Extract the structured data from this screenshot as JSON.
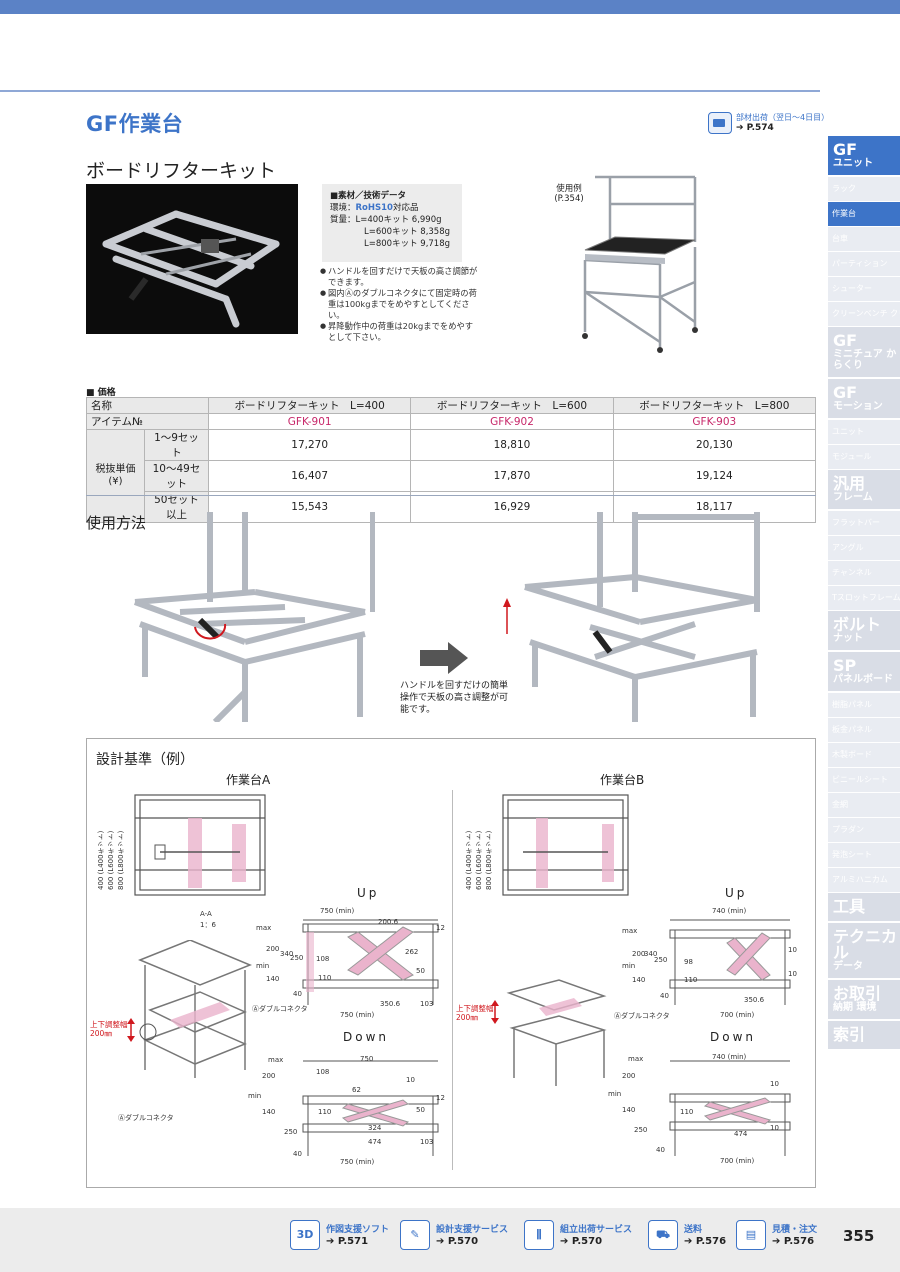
{
  "header": {
    "title": "GF作業台",
    "ship_text": "部材出荷（翌日〜4日目）",
    "ship_ref": "➔ P.574"
  },
  "sidebar": [
    {
      "big": "GF",
      "small": "ユニット",
      "type": "head",
      "active": true
    },
    {
      "label": "ラック",
      "type": "item"
    },
    {
      "label": "作業台",
      "type": "item",
      "selected": true
    },
    {
      "label": "台車",
      "type": "item"
    },
    {
      "label": "パーティション",
      "type": "item"
    },
    {
      "label": "シューター",
      "type": "item"
    },
    {
      "label": "クリーンベンチ クリーンブース",
      "type": "item"
    },
    {
      "big": "GF",
      "small": "ミニチュア からくり",
      "type": "head"
    },
    {
      "big": "GF",
      "small": "モーション",
      "type": "head"
    },
    {
      "label": "ユニット",
      "type": "item"
    },
    {
      "label": "モジュール",
      "type": "item"
    },
    {
      "big": "汎用",
      "small": "フレーム",
      "type": "head"
    },
    {
      "label": "フラットバー",
      "type": "item"
    },
    {
      "label": "アングル",
      "type": "item"
    },
    {
      "label": "チャンネル",
      "type": "item"
    },
    {
      "label": "Tスロットフレーム",
      "type": "item"
    },
    {
      "big": "ボルト",
      "small": "ナット",
      "type": "head"
    },
    {
      "big": "SP",
      "small": "パネルボード",
      "type": "head"
    },
    {
      "label": "樹脂パネル",
      "type": "item"
    },
    {
      "label": "板金パネル",
      "type": "item"
    },
    {
      "label": "木製ボード",
      "type": "item"
    },
    {
      "label": "ビニールシート",
      "type": "item"
    },
    {
      "label": "金網",
      "type": "item"
    },
    {
      "label": "プラダン",
      "type": "item"
    },
    {
      "label": "発泡シート",
      "type": "item"
    },
    {
      "label": "アルミハニカム",
      "type": "item"
    },
    {
      "big": "工具",
      "small": "",
      "type": "head"
    },
    {
      "big": "テクニカル",
      "small": "データ",
      "type": "head"
    },
    {
      "big": "お取引",
      "small": "納期 環境",
      "type": "head"
    },
    {
      "big": "索引",
      "small": "",
      "type": "head"
    }
  ],
  "section_title": "ボードリフターキット",
  "spec": {
    "heading": "■素材／技術データ",
    "env_label": "環境：",
    "env_rohs": "RoHS10",
    "env_suffix": "対応品",
    "mass_label": "質量：L=400キット 6,990g",
    "mass_2": "L=600キット 8,358g",
    "mass_3": "L=800キット 9,718g"
  },
  "notes": [
    "ハンドルを回すだけで天板の高さ調節ができます。",
    "図内Ⓐのダブルコネクタにて固定時の荷重は100kgまでをめやすとしてください。",
    "昇降動作中の荷重は20kgまでをめやすとして下さい。"
  ],
  "usage_example": {
    "label": "使用例",
    "ref": "(P.354)"
  },
  "price": {
    "label": "■ 価格",
    "name_label": "名称",
    "item_label": "アイテム№",
    "unit_price_label": "税抜単価 (¥)",
    "columns": [
      "ボードリフターキット　L=400",
      "ボードリフターキット　L=600",
      "ボードリフターキット　L=800"
    ],
    "codes": [
      "GFK-901",
      "GFK-902",
      "GFK-903"
    ],
    "rows": [
      {
        "qty": "1〜9セット",
        "values": [
          "17,270",
          "18,810",
          "20,130"
        ]
      },
      {
        "qty": "10〜49セット",
        "values": [
          "16,407",
          "17,870",
          "19,124"
        ]
      },
      {
        "qty": "50セット以上",
        "values": [
          "15,543",
          "16,929",
          "18,117"
        ]
      }
    ]
  },
  "usage": {
    "title": "使用方法",
    "caption": "ハンドルを回すだけの簡単操作で天板の高さ調整が可能です。"
  },
  "design": {
    "title": "設計基準（例）",
    "label_a": "作業台A",
    "label_b": "作業台B",
    "up": "Up",
    "down": "Down",
    "section": "A-A",
    "scale": "1：6",
    "height_dims": "400 (L400キット) 600 (L600キット) 800 (L800キット)",
    "double_conn": "Ⓐダブルコネクタ",
    "adjust_label": "上下調整幅",
    "adjust_value": "200㎜",
    "dims_a_up": {
      "top": "750 (min)",
      "a": "200.6",
      "b": "12",
      "max": "max",
      "min": "min",
      "h1": "200",
      "h2": "340",
      "h3": "250",
      "h4": "140",
      "c": "108",
      "d": "110",
      "e": "262",
      "f": "50",
      "g": "40",
      "h": "350.6",
      "i": "103",
      "bottom": "750 (min)"
    },
    "dims_a_down": {
      "top": "750",
      "max": "max",
      "min": "min",
      "h1": "200",
      "h2": "140",
      "h3": "250",
      "c": "108",
      "d": "62",
      "e": "10",
      "f": "12",
      "g": "110",
      "h": "50",
      "i": "324",
      "j": "474",
      "k": "103",
      "l": "40",
      "bottom": "750 (min)"
    },
    "dims_b_up": {
      "top": "740 (min)",
      "max": "max",
      "min": "min",
      "h1": "200",
      "h2": "340",
      "h3": "250",
      "h4": "140",
      "c": "98",
      "d": "10",
      "e": "10",
      "f": "110",
      "g": "40",
      "h": "350.6",
      "bottom": "700 (min)"
    },
    "dims_b_down": {
      "top": "740 (min)",
      "max": "max",
      "min": "min",
      "h1": "200",
      "h2": "140",
      "h3": "250",
      "c": "10",
      "d": "110",
      "e": "474",
      "f": "10",
      "g": "40",
      "bottom": "700 (min)"
    }
  },
  "footer": {
    "items": [
      {
        "icon": "3D",
        "label": "作図支援ソフト",
        "ref": "➔ P.571"
      },
      {
        "icon": "✎",
        "label": "設計支援サービス",
        "ref": "➔ P.570"
      },
      {
        "icon": "⫼",
        "label": "組立出荷サービス",
        "ref": "➔ P.570"
      },
      {
        "icon": "⛟",
        "label": "送料",
        "ref": "➔ P.576"
      },
      {
        "icon": "▤",
        "label": "見積・注文",
        "ref": "➔ P.576"
      }
    ],
    "page_number": "355"
  },
  "colors": {
    "accent": "#3d74c8",
    "code": "#c7286a",
    "adjust": "#d0181e"
  }
}
